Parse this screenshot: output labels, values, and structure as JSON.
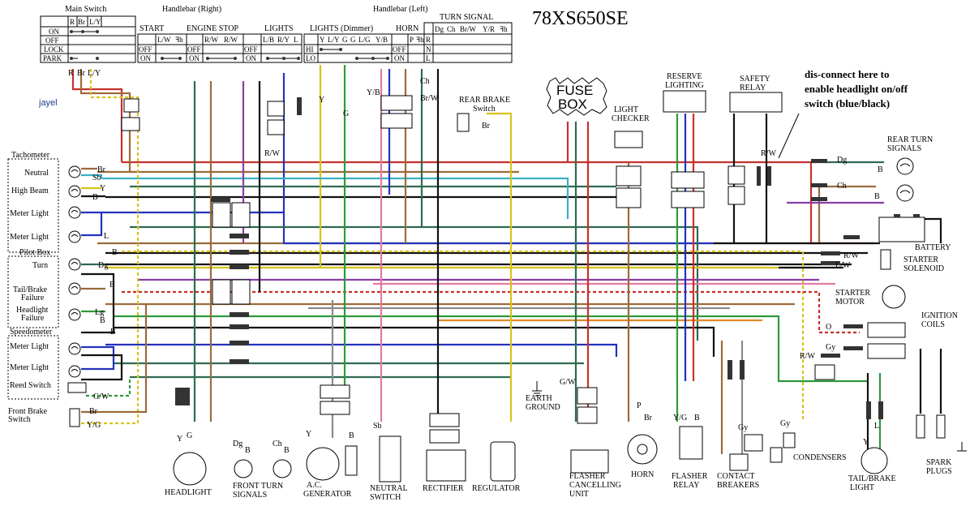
{
  "title": "78XS650SE",
  "author": "jayel",
  "fuse_box": [
    "FUSE",
    "BOX"
  ],
  "note": [
    "dis-connect here to",
    "enable headlight on/off",
    "switch (blue/black)"
  ],
  "switches": {
    "main": {
      "title": "Main Switch",
      "cols": [
        "R",
        "Br",
        "L/Y"
      ],
      "rows": [
        "ON",
        "OFF",
        "LOCK",
        "PARK"
      ]
    },
    "right": {
      "title": "Handlebar  (Right)",
      "start": "START",
      "start_cols": [
        "L/W",
        "ꟻh"
      ],
      "engine_stop": "ENGINE STOP",
      "es_cols": [
        "R/W",
        "R/W"
      ],
      "lights": "LIGHTS",
      "lights_cols": [
        "L/B",
        "R/Y",
        "L"
      ],
      "rows": [
        "OFF",
        "ON"
      ]
    },
    "left": {
      "title": "Handlebar (Left)",
      "dimmer": "LIGHTS (Dimmer)",
      "dimmer_cols": [
        "Y",
        "L/Y",
        "G",
        "G",
        "L/G",
        "Y/B"
      ],
      "dimmer_rows": [
        "HI",
        "LO"
      ],
      "horn": "HORN",
      "horn_cols": [
        "P",
        "ꟻh"
      ],
      "horn_rows": [
        "OFF",
        "ON"
      ],
      "turn": "TURN SIGNAL",
      "turn_cols": [
        "Dg",
        "Ch",
        "Br/W",
        "Y/R",
        "ꟻh"
      ],
      "turn_rows": [
        "R",
        "N",
        "L"
      ]
    }
  },
  "components": {
    "tachometer": "Tachometer",
    "neutral": "Neutral",
    "high_beam": "High Beam",
    "meter_light_1": "Meter Light",
    "meter_light_2": "Meter Light",
    "pilot_box": "Pilot Box",
    "turn": "Turn",
    "tail_brake": [
      "Tail/Brake",
      "Failure"
    ],
    "headlight_fail": [
      "Headlight",
      "Failure"
    ],
    "speedometer": "Speedometer",
    "meter_light_3": "Meter Light",
    "meter_light_4": "Meter Light",
    "reed_switch": "Reed Switch",
    "front_brake": [
      "Front Brake",
      "Switch"
    ],
    "rear_brake": [
      "REAR BRAKE",
      "Switch"
    ],
    "light_checker": [
      "LIGHT",
      "CHECKER"
    ],
    "reserve_lighting": [
      "RESERVE",
      "LIGHTING"
    ],
    "safety_relay": [
      "SAFETY",
      "RELAY"
    ],
    "rear_turn": [
      "REAR TURN",
      "SIGNALS"
    ],
    "battery": "BATTERY",
    "starter_solenoid": [
      "STARTER",
      "SOLENOID"
    ],
    "starter_motor": [
      "STARTER",
      "MOTOR"
    ],
    "ignition_coils": [
      "IGNITION",
      "COILS"
    ],
    "earth_ground": [
      "EARTH",
      "GROUND"
    ],
    "headlight": "HEADLIGHT",
    "front_turn": [
      "FRONT TURN",
      "SIGNALS"
    ],
    "generator": [
      "A.C.",
      "GENERATOR"
    ],
    "neutral_switch": [
      "NEUTRAL",
      "SWITCH"
    ],
    "rectifier": "RECTIFIER",
    "regulator": "REGULATOR",
    "flasher_cancel": [
      "FLASHER",
      "CANCELLING",
      "UNIT"
    ],
    "horn": "HORN",
    "flasher_relay": [
      "FLASHER",
      "RELAY"
    ],
    "contact_breakers": [
      "CONTACT",
      "BREAKERS"
    ],
    "condensers": "CONDENSERS",
    "tail_brake_light": [
      "TAIL/BRAKE",
      "LIGHT"
    ],
    "spark_plugs": [
      "SPARK",
      "PLUGS"
    ]
  },
  "wire_labels": {
    "r": "R",
    "br": "Br",
    "ly": "L/Y",
    "y": "Y",
    "g": "G",
    "yb": "Y/B",
    "ch": "Ch",
    "brw": "Br/W",
    "rw": "R/W",
    "sb": "Sb",
    "b": "B",
    "l": "L",
    "dg": "Dg",
    "lg": "Lg",
    "gw": "G/W",
    "yg": "Y/G",
    "p": "P",
    "gy": "Gy",
    "o": "O",
    "lw": "L/W"
  },
  "colors": {
    "red": "#c8302c",
    "brown": "#9b6b3b",
    "yellow": "#d8c21a",
    "green": "#2e9a3a",
    "darkgreen": "#2e6b4f",
    "blue": "#2233bb",
    "skyblue": "#3ab0c4",
    "purple": "#8a3fa5",
    "pink": "#e27aa0",
    "orange": "#e08a2a",
    "gray": "#8a8a8a",
    "black": "#111111"
  }
}
